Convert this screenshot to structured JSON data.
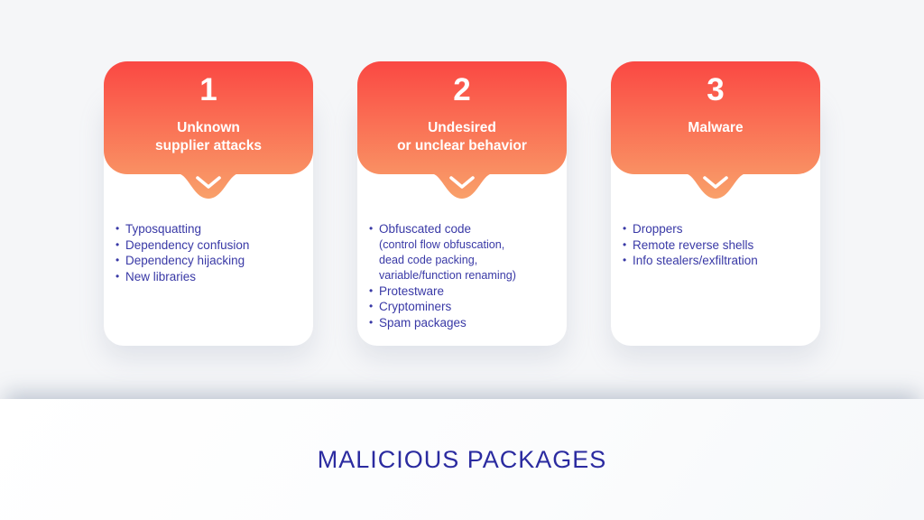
{
  "slide": {
    "footer_title": "MALICIOUS PACKAGES"
  },
  "colors": {
    "header_gradient_top": "#FA4843",
    "header_gradient_bottom": "#F9A06A",
    "bullet_text": "#3939A6",
    "footer_title_color": "#2B2BA0",
    "page_background": "#F5F6F8",
    "card_background": "#FFFFFF"
  },
  "cards": [
    {
      "number": "1",
      "title_lines": [
        "Unknown",
        "supplier attacks"
      ],
      "items": [
        "Typosquatting",
        "Dependency confusion",
        "Dependency hijacking",
        "New libraries"
      ]
    },
    {
      "number": "2",
      "title_lines": [
        "Undesired",
        "or unclear behavior"
      ],
      "items": [
        "Obfuscated code",
        "Protestware",
        "Cryptominers",
        "Spam packages"
      ],
      "item_0_sublines": [
        "(control flow obfuscation,",
        "dead code packing,",
        "variable/function renaming)"
      ]
    },
    {
      "number": "3",
      "title_lines": [
        "Malware"
      ],
      "items": [
        "Droppers",
        "Remote reverse shells",
        "Info stealers/exfiltration"
      ]
    }
  ]
}
